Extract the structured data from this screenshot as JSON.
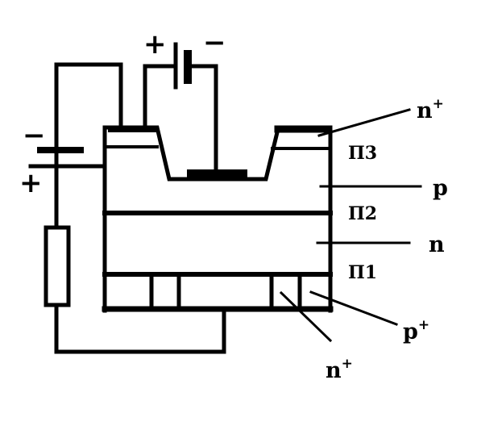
{
  "labels": {
    "n_plus_top": {
      "base": "n",
      "sup": "+"
    },
    "p_plus": {
      "base": "p",
      "sup": "+"
    },
    "n_plus_bottom": {
      "base": "n",
      "sup": "+"
    },
    "p": "p",
    "n": "n",
    "junction_3": "П3",
    "junction_2": "П2",
    "junction_1": "П1"
  },
  "battery_top": {
    "plus": "+",
    "minus": "−"
  },
  "battery_left": {
    "plus": "+",
    "minus": "−"
  }
}
